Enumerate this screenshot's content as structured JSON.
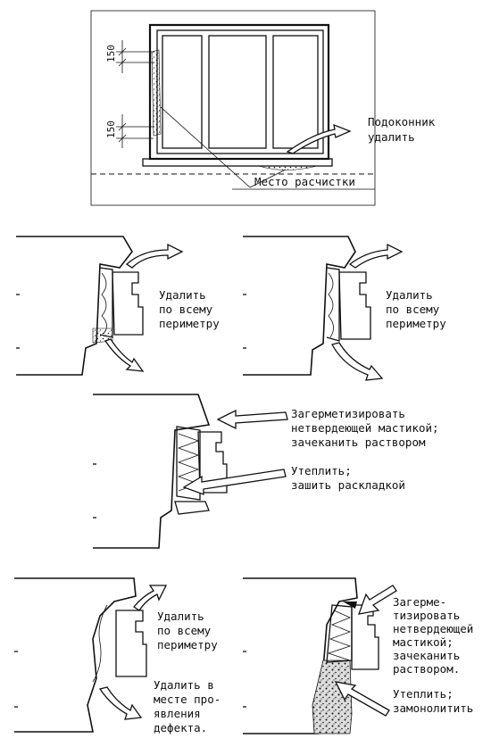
{
  "figure": {
    "dimension_top": "150",
    "dimension_bottom": "150",
    "sill_note_line1": "Подоконник",
    "sill_note_line2": "удалить",
    "cleanup_note": "Место расчистки"
  },
  "panel_a": {
    "line1": "Удалить",
    "line2": "по всему",
    "line3": "периметру"
  },
  "panel_b": {
    "line1": "Удалить",
    "line2": "по всему",
    "line3": "периметру"
  },
  "panel_c": {
    "seal_line1": "Загерметизировать",
    "seal_line2": "нетвердеющей мастикой;",
    "seal_line3": "зачеканить раствором",
    "insulate_line1": "Утеплить;",
    "insulate_line2": "зашить раскладкой"
  },
  "panel_d": {
    "remove_line1": "Удалить",
    "remove_line2": "по всему",
    "remove_line3": "периметру",
    "defect_line1": "Удалить в",
    "defect_line2": "месте про-",
    "defect_line3": "явления",
    "defect_line4": "дефекта."
  },
  "panel_e": {
    "seal_line1": "Загерме-",
    "seal_line2": "тизировать",
    "seal_line3": "нетвердеющей",
    "seal_line4": "мастикой;",
    "seal_line5": "зачеканить",
    "seal_line6": "раствором.",
    "insulate_line1": "Утеплить;",
    "insulate_line2": "замонолитить"
  }
}
